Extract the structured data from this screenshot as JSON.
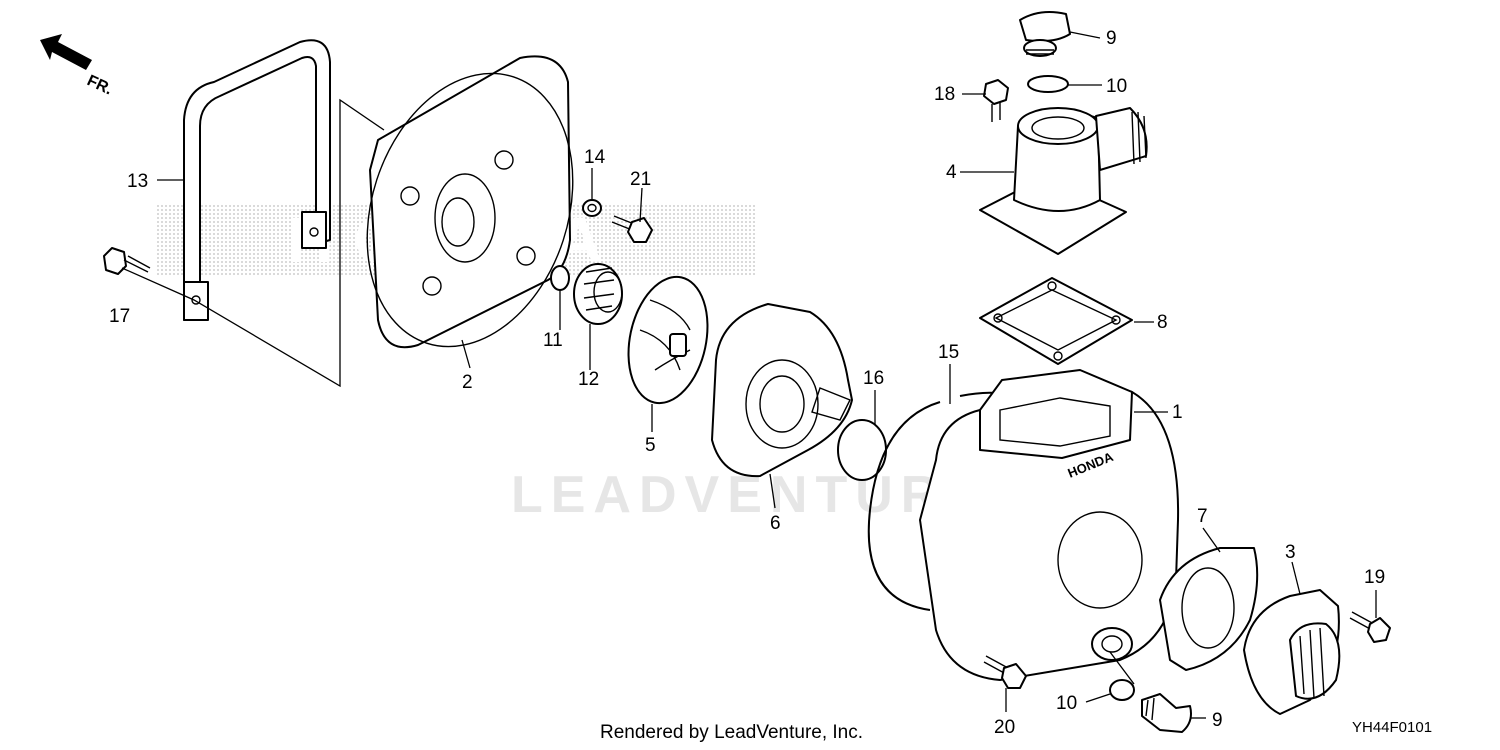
{
  "direction": {
    "label": "FR."
  },
  "watermark_logo": "HONDA",
  "watermark_text": "LEADVENTURE",
  "footer": {
    "rendered_by": "Rendered by LeadVenture, Inc.",
    "diagram_code": "YH44F0101"
  },
  "embossed_brand": "HONDA",
  "callouts": [
    {
      "id": "c1",
      "label": "1"
    },
    {
      "id": "c2",
      "label": "2"
    },
    {
      "id": "c3",
      "label": "3"
    },
    {
      "id": "c4",
      "label": "4"
    },
    {
      "id": "c5",
      "label": "5"
    },
    {
      "id": "c6",
      "label": "6"
    },
    {
      "id": "c7",
      "label": "7"
    },
    {
      "id": "c8",
      "label": "8"
    },
    {
      "id": "c9a",
      "label": "9"
    },
    {
      "id": "c9b",
      "label": "9"
    },
    {
      "id": "c10a",
      "label": "10"
    },
    {
      "id": "c10b",
      "label": "10"
    },
    {
      "id": "c11",
      "label": "11"
    },
    {
      "id": "c12",
      "label": "12"
    },
    {
      "id": "c13",
      "label": "13"
    },
    {
      "id": "c14",
      "label": "14"
    },
    {
      "id": "c15",
      "label": "15"
    },
    {
      "id": "c16",
      "label": "16"
    },
    {
      "id": "c17",
      "label": "17"
    },
    {
      "id": "c18",
      "label": "18"
    },
    {
      "id": "c19",
      "label": "19"
    },
    {
      "id": "c20",
      "label": "20"
    },
    {
      "id": "c21",
      "label": "21"
    }
  ]
}
